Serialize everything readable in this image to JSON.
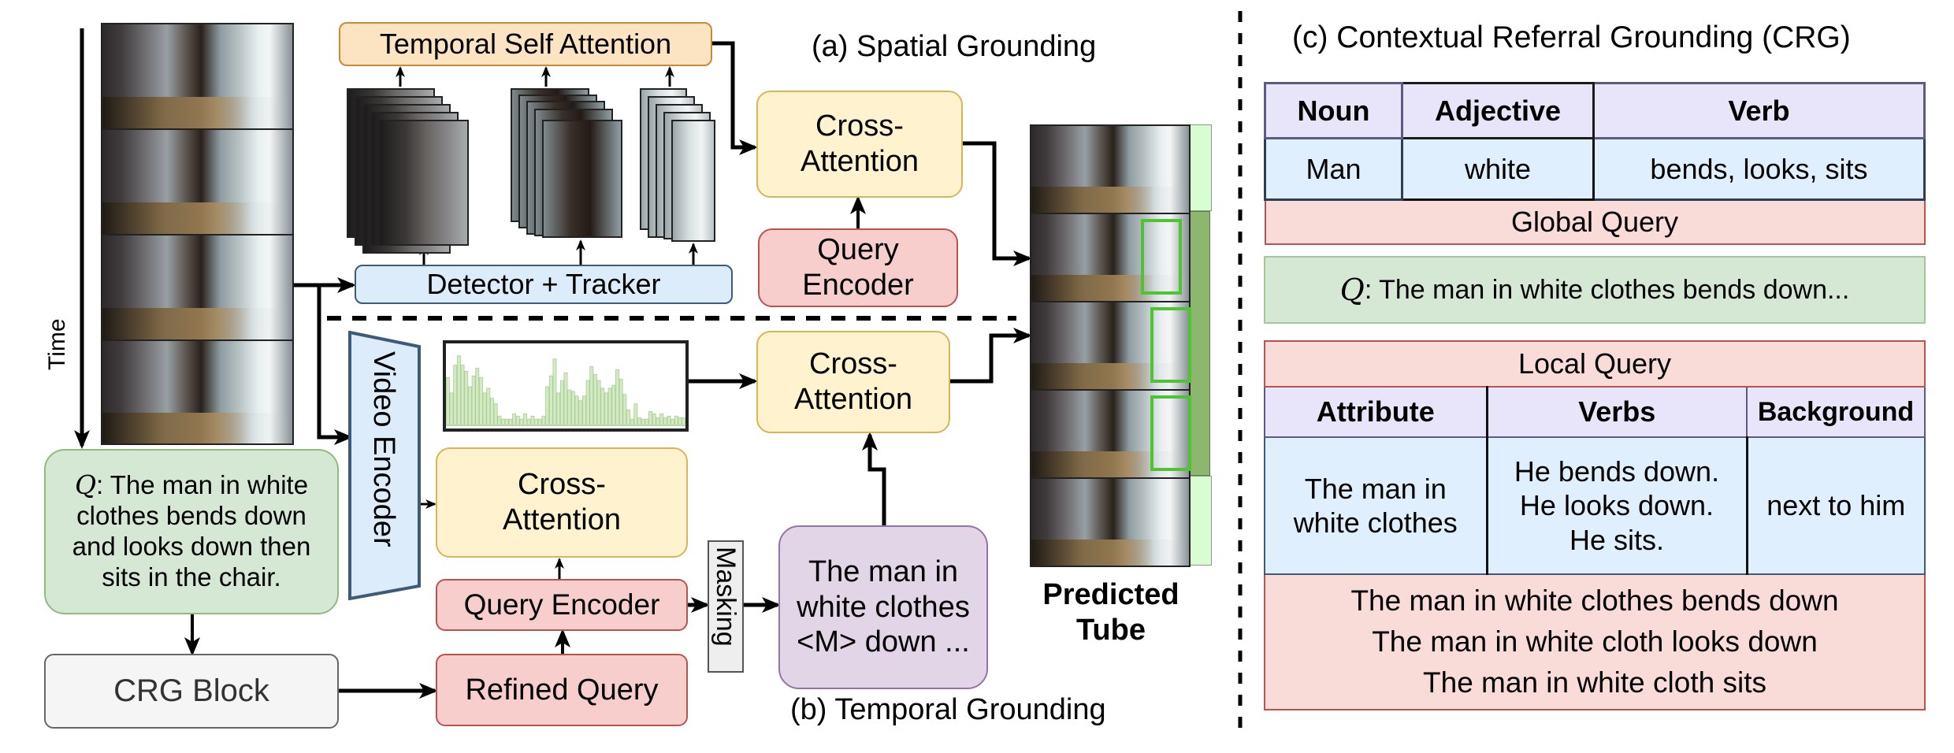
{
  "section_a": {
    "title": "(a) Spatial Grounding",
    "temporal_self_attention": "Temporal Self Attention",
    "detector_tracker": "Detector + Tracker",
    "cross_attention_line1": "Cross-",
    "cross_attention_line2": "Attention",
    "query_encoder_line1": "Query",
    "query_encoder_line2": "Encoder"
  },
  "section_b": {
    "title": "(b) Temporal Grounding",
    "video_encoder": "Video Encoder",
    "cross_attention_top_line1": "Cross-",
    "cross_attention_top_line2": "Attention",
    "cross_attention_mid_line1": "Cross-",
    "cross_attention_mid_line2": "Attention",
    "query_encoder": "Query Encoder",
    "refined_query": "Refined Query",
    "masking": "Masking",
    "masked_query_lines": [
      "The man in",
      "white clothes",
      "<M> down ..."
    ]
  },
  "input": {
    "time_label": "Time",
    "query_symbol": "Q",
    "query_text_lines": [
      ": The man in white",
      "clothes bends down",
      "and looks down then",
      "sits in the chair."
    ],
    "crg_block": "CRG Block",
    "frame_count": 4
  },
  "output": {
    "predicted_tube_line1": "Predicted",
    "predicted_tube_line2": "Tube",
    "tube_frames": [
      {
        "has_box": false,
        "in_segment": false
      },
      {
        "has_box": true,
        "in_segment": true
      },
      {
        "has_box": true,
        "in_segment": true
      },
      {
        "has_box": true,
        "in_segment": true
      },
      {
        "has_box": false,
        "in_segment": false
      }
    ]
  },
  "section_c": {
    "title": "(c) Contextual Referral Grounding (CRG)",
    "global_table": {
      "headers": [
        "Noun",
        "Adjective",
        "Verb"
      ],
      "values": [
        "Man",
        "white",
        "bends, looks, sits"
      ],
      "footer": "Global Query"
    },
    "q_box": {
      "symbol": "Q",
      "text": ": The man in white clothes bends down..."
    },
    "local_table": {
      "title": "Local Query",
      "headers": [
        "Attribute",
        "Verbs",
        "Background"
      ],
      "attribute_lines": [
        "The man in",
        "white clothes"
      ],
      "verbs_lines": [
        "He bends down.",
        "He looks down.",
        "He sits."
      ],
      "background": "next to him",
      "sentences": [
        "The man in white clothes bends down",
        "The man in white cloth looks down",
        "The man in white cloth sits"
      ]
    }
  },
  "colors": {
    "orange_fill": "#fce3c2",
    "yellow_fill": "#fff3cf",
    "red_fill": "#f8cecc",
    "blue_fill": "#dcecfb",
    "green_fill": "#d5e8d4",
    "purple_fill": "#e1d5e7",
    "header_fill": "#e8e4fa",
    "value_fill": "#e0effd",
    "pink_fill": "#f9dbd7",
    "bbox_green": "#4fc236",
    "segment_dark": "#8db76e",
    "segment_light": "#d8fdd2",
    "histogram_bar": "#d4e9c6"
  },
  "chart_data": {
    "type": "bar",
    "title": "",
    "xlabel": "",
    "ylabel": "",
    "values": [
      0.62,
      0.42,
      0.78,
      0.9,
      0.78,
      0.7,
      0.5,
      0.64,
      0.74,
      0.62,
      0.42,
      0.48,
      0.35,
      0.28,
      0.12,
      0.08,
      0.08,
      0.08,
      0.15,
      0.12,
      0.08,
      0.15,
      0.08,
      0.12,
      0.08,
      0.08,
      0.12,
      0.5,
      0.64,
      0.86,
      0.42,
      0.58,
      0.68,
      0.46,
      0.44,
      0.38,
      0.32,
      0.38,
      0.58,
      0.76,
      0.66,
      0.58,
      0.48,
      0.42,
      0.48,
      0.52,
      0.72,
      0.6,
      0.4,
      0.2,
      0.08,
      0.28,
      0.1,
      0.08,
      0.08,
      0.18,
      0.15,
      0.1,
      0.15,
      0.1,
      0.12,
      0.08,
      0.12,
      0.1,
      0.1
    ],
    "ylim": [
      0,
      1
    ],
    "grid": false
  }
}
